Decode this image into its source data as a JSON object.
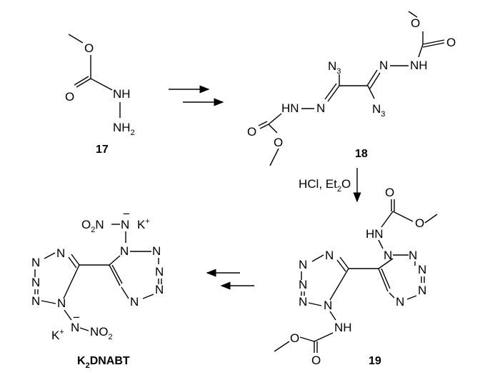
{
  "compounds": {
    "c17": "17",
    "c18": "18",
    "c19": "19",
    "product": {
      "k": "K",
      "sub": "2",
      "rest": "DNABT"
    }
  },
  "reagents": {
    "step2": {
      "a": "HCl, Et",
      "sub": "2",
      "b": "O"
    }
  },
  "atoms": {
    "O": "O",
    "N": "N",
    "NH": "NH",
    "HN": "HN",
    "NH2": {
      "main": "NH",
      "sub": "2"
    },
    "N3": {
      "main": "N",
      "sub": "3"
    },
    "O2N": {
      "a": "O",
      "sub": "2",
      "b": "N"
    },
    "NO2": {
      "a": "NO",
      "sub": "2"
    },
    "Kplus": {
      "k": "K",
      "sup": "+"
    },
    "minus": "−"
  }
}
